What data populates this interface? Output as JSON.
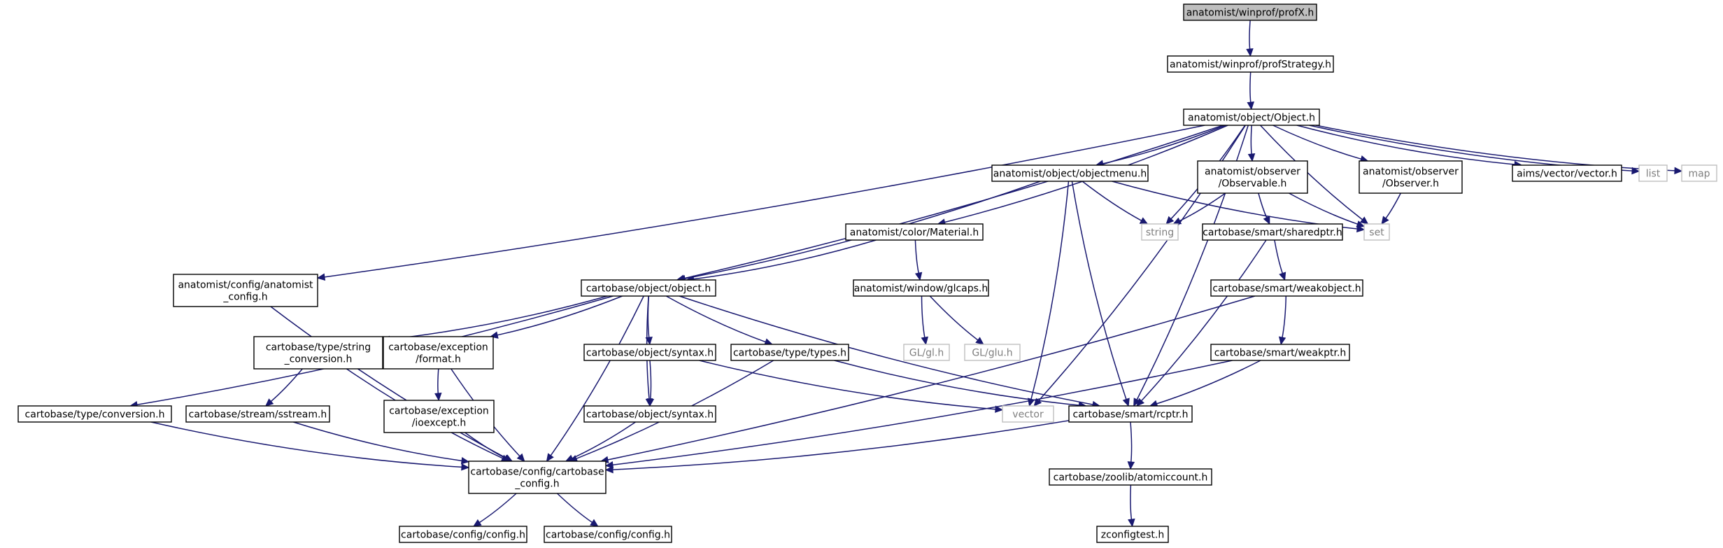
{
  "colors": {
    "edge": "#191970",
    "root_fill": "#bfbfbf",
    "node_border": "#000000",
    "external_border": "#bfbfbf",
    "external_text": "#7f7f7f"
  },
  "nodes": [
    {
      "id": "profX",
      "lines": [
        "anatomist/winprof/profX.h"
      ],
      "kind": "root"
    },
    {
      "id": "profStrategy",
      "lines": [
        "anatomist/winprof/profStrategy.h"
      ],
      "kind": "file"
    },
    {
      "id": "ObjectH",
      "lines": [
        "anatomist/object/Object.h"
      ],
      "kind": "file"
    },
    {
      "id": "objectmenu",
      "lines": [
        "anatomist/object/objectmenu.h"
      ],
      "kind": "file"
    },
    {
      "id": "Observable",
      "lines": [
        "anatomist/observer",
        "/Observable.h"
      ],
      "kind": "file"
    },
    {
      "id": "Observer",
      "lines": [
        "anatomist/observer",
        "/Observer.h"
      ],
      "kind": "file"
    },
    {
      "id": "aimsvector",
      "lines": [
        "aims/vector/vector.h"
      ],
      "kind": "file"
    },
    {
      "id": "list",
      "lines": [
        "list"
      ],
      "kind": "external"
    },
    {
      "id": "map",
      "lines": [
        "map"
      ],
      "kind": "external"
    },
    {
      "id": "string",
      "lines": [
        "string"
      ],
      "kind": "external"
    },
    {
      "id": "set",
      "lines": [
        "set"
      ],
      "kind": "external"
    },
    {
      "id": "sharedptr",
      "lines": [
        "cartobase/smart/sharedptr.h"
      ],
      "kind": "file"
    },
    {
      "id": "Material",
      "lines": [
        "anatomist/color/Material.h"
      ],
      "kind": "file"
    },
    {
      "id": "anaconfig",
      "lines": [
        "anatomist/config/anatomist",
        "_config.h"
      ],
      "kind": "file"
    },
    {
      "id": "objobj",
      "lines": [
        "cartobase/object/object.h"
      ],
      "kind": "file"
    },
    {
      "id": "glcaps",
      "lines": [
        "anatomist/window/glcaps.h"
      ],
      "kind": "file"
    },
    {
      "id": "weakobject",
      "lines": [
        "cartobase/smart/weakobject.h"
      ],
      "kind": "file"
    },
    {
      "id": "glh",
      "lines": [
        "GL/gl.h"
      ],
      "kind": "external"
    },
    {
      "id": "gluh",
      "lines": [
        "GL/glu.h"
      ],
      "kind": "external"
    },
    {
      "id": "weakptr",
      "lines": [
        "cartobase/smart/weakptr.h"
      ],
      "kind": "file"
    },
    {
      "id": "stringconv",
      "lines": [
        "cartobase/type/string",
        "_conversion.h"
      ],
      "kind": "file"
    },
    {
      "id": "format",
      "lines": [
        "cartobase/exception",
        "/format.h"
      ],
      "kind": "file"
    },
    {
      "id": "syntax1",
      "lines": [
        "cartobase/object/syntax.h"
      ],
      "kind": "file"
    },
    {
      "id": "types",
      "lines": [
        "cartobase/type/types.h"
      ],
      "kind": "file"
    },
    {
      "id": "conversion",
      "lines": [
        "cartobase/type/conversion.h"
      ],
      "kind": "file"
    },
    {
      "id": "sstream",
      "lines": [
        "cartobase/stream/sstream.h"
      ],
      "kind": "file"
    },
    {
      "id": "ioexcept",
      "lines": [
        "cartobase/exception",
        "/ioexcept.h"
      ],
      "kind": "file"
    },
    {
      "id": "syntax2",
      "lines": [
        "cartobase/object/syntax.h"
      ],
      "kind": "file"
    },
    {
      "id": "vector",
      "lines": [
        "vector"
      ],
      "kind": "external"
    },
    {
      "id": "rcptr",
      "lines": [
        "cartobase/smart/rcptr.h"
      ],
      "kind": "file"
    },
    {
      "id": "cbconfig",
      "lines": [
        "cartobase/config/cartobase",
        "_config.h"
      ],
      "kind": "file"
    },
    {
      "id": "atomiccount",
      "lines": [
        "cartobase/zoolib/atomiccount.h"
      ],
      "kind": "file"
    },
    {
      "id": "config1",
      "lines": [
        "cartobase/config/config.h"
      ],
      "kind": "file"
    },
    {
      "id": "config2",
      "lines": [
        "cartobase/config/config.h"
      ],
      "kind": "file"
    },
    {
      "id": "zconfigtest",
      "lines": [
        "zconfigtest.h"
      ],
      "kind": "file"
    }
  ],
  "edges": [
    [
      "profX",
      "profStrategy"
    ],
    [
      "profStrategy",
      "ObjectH"
    ],
    [
      "ObjectH",
      "anaconfig"
    ],
    [
      "ObjectH",
      "objobj"
    ],
    [
      "ObjectH",
      "Material"
    ],
    [
      "ObjectH",
      "objectmenu"
    ],
    [
      "ObjectH",
      "vector"
    ],
    [
      "ObjectH",
      "string"
    ],
    [
      "ObjectH",
      "Observable"
    ],
    [
      "ObjectH",
      "set"
    ],
    [
      "ObjectH",
      "Observer"
    ],
    [
      "ObjectH",
      "rcptr"
    ],
    [
      "ObjectH",
      "aimsvector"
    ],
    [
      "ObjectH",
      "list"
    ],
    [
      "ObjectH",
      "map"
    ],
    [
      "objectmenu",
      "objobj"
    ],
    [
      "objectmenu",
      "string"
    ],
    [
      "objectmenu",
      "set"
    ],
    [
      "objectmenu",
      "vector"
    ],
    [
      "objectmenu",
      "rcptr"
    ],
    [
      "Observable",
      "string"
    ],
    [
      "Observable",
      "set"
    ],
    [
      "Observable",
      "sharedptr"
    ],
    [
      "Observer",
      "set"
    ],
    [
      "sharedptr",
      "rcptr"
    ],
    [
      "sharedptr",
      "weakobject"
    ],
    [
      "weakobject",
      "weakptr"
    ],
    [
      "weakobject",
      "cbconfig"
    ],
    [
      "weakptr",
      "rcptr"
    ],
    [
      "weakptr",
      "cbconfig"
    ],
    [
      "Material",
      "objobj"
    ],
    [
      "Material",
      "glcaps"
    ],
    [
      "glcaps",
      "glh"
    ],
    [
      "glcaps",
      "gluh"
    ],
    [
      "anaconfig",
      "cbconfig"
    ],
    [
      "objobj",
      "conversion"
    ],
    [
      "objobj",
      "stringconv"
    ],
    [
      "objobj",
      "format"
    ],
    [
      "objobj",
      "cbconfig"
    ],
    [
      "objobj",
      "syntax2"
    ],
    [
      "objobj",
      "syntax1"
    ],
    [
      "objobj",
      "types"
    ],
    [
      "objobj",
      "rcptr"
    ],
    [
      "stringconv",
      "sstream"
    ],
    [
      "stringconv",
      "cbconfig"
    ],
    [
      "format",
      "ioexcept"
    ],
    [
      "format",
      "cbconfig"
    ],
    [
      "syntax1",
      "syntax2"
    ],
    [
      "syntax1",
      "vector"
    ],
    [
      "types",
      "cbconfig"
    ],
    [
      "types",
      "rcptr"
    ],
    [
      "conversion",
      "cbconfig"
    ],
    [
      "sstream",
      "cbconfig"
    ],
    [
      "ioexcept",
      "cbconfig"
    ],
    [
      "syntax2",
      "cbconfig"
    ],
    [
      "rcptr",
      "cbconfig"
    ],
    [
      "rcptr",
      "atomiccount"
    ],
    [
      "atomiccount",
      "zconfigtest"
    ],
    [
      "cbconfig",
      "config1"
    ],
    [
      "cbconfig",
      "config2"
    ]
  ]
}
